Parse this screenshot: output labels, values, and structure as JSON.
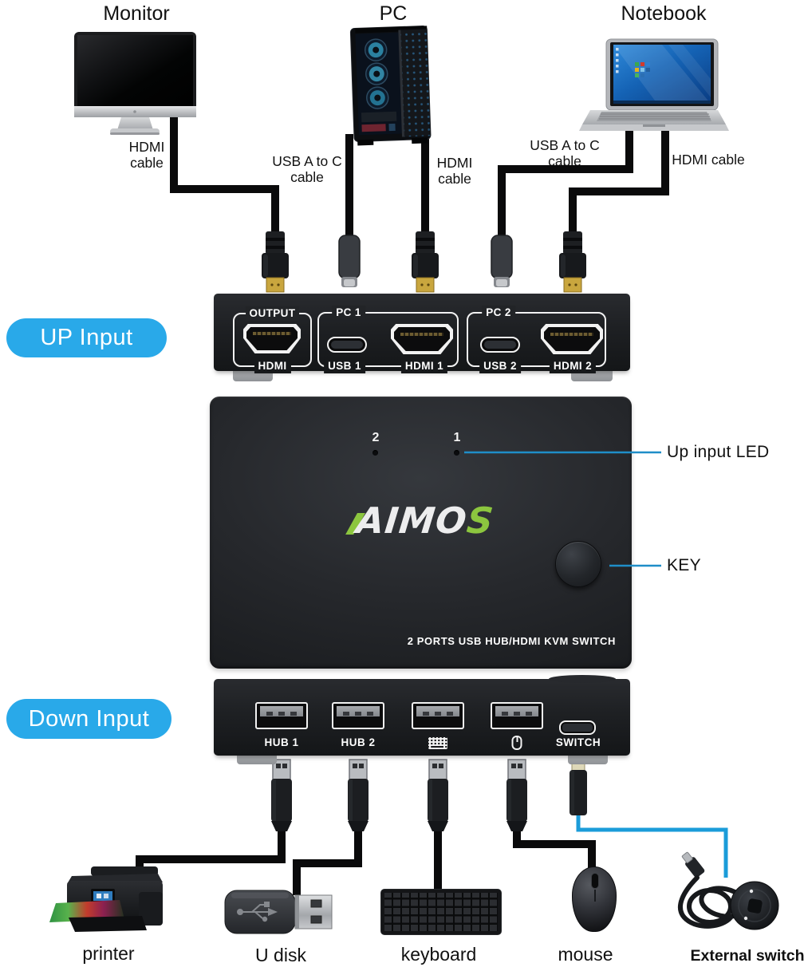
{
  "colors": {
    "badge_blue": "#29a9e9",
    "annotation_line_blue": "#1f8ec8",
    "switch_cable_blue": "#1b9cd9",
    "logo_green": "#8cc63f",
    "device_body": "#26282c",
    "cable_black": "#0a0a0b"
  },
  "header": {
    "monitor": "Monitor",
    "pc": "PC",
    "notebook": "Notebook"
  },
  "cable_labels": {
    "monitor_hdmi": "HDMI\ncable",
    "pc_usb": "USB A to C\ncable",
    "pc_hdmi": "HDMI\ncable",
    "notebook_usb": "USB A to C\ncable",
    "notebook_hdmi": "HDMI cable"
  },
  "badges": {
    "up_input": "UP Input",
    "down_input": "Down Input"
  },
  "top_panel": {
    "output": {
      "label_top": "OUTPUT",
      "label_bottom": "HDMI"
    },
    "pc1": {
      "title": "PC 1",
      "usb": "USB 1",
      "hdmi": "HDMI 1"
    },
    "pc2": {
      "title": "PC 2",
      "usb": "USB 2",
      "hdmi": "HDMI 2"
    }
  },
  "front_panel": {
    "led_left": "2",
    "led_right": "1",
    "brand": {
      "main": "AIMO",
      "accent": "S"
    },
    "model": "2 PORTS USB HUB/HDMI KVM SWITCH"
  },
  "annotations": {
    "up_input_led": "Up input LED",
    "key": "KEY"
  },
  "bottom_panel": {
    "hub1": "HUB 1",
    "hub2": "HUB 2",
    "switch": "SWITCH",
    "keyboard_icon": "keyboard-icon",
    "mouse_icon": "mouse-icon"
  },
  "footer": {
    "printer": "printer",
    "udisk": "U disk",
    "keyboard": "keyboard",
    "mouse": "mouse",
    "external_switch": "External switch"
  }
}
